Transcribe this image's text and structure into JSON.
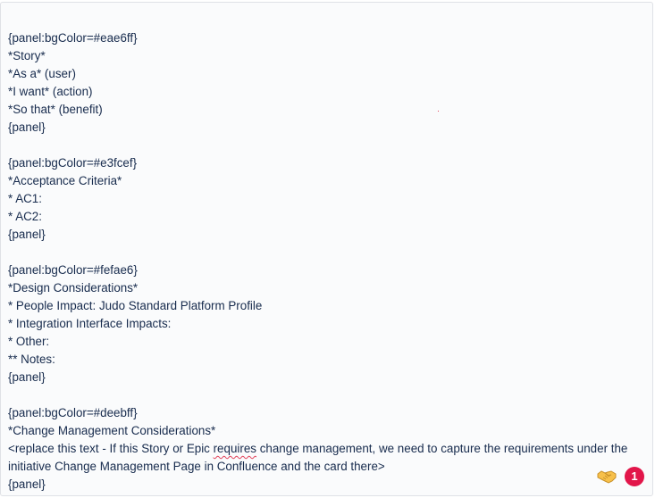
{
  "editor": {
    "story": {
      "open": "{panel:bgColor=#eae6ff}",
      "title": "*Story*",
      "as_a": "*As a* (user)",
      "i_want": "*I want* (action)",
      "so_that": "*So that* (benefit)",
      "close": "{panel}"
    },
    "acceptance": {
      "open": "{panel:bgColor=#e3fcef}",
      "title": "*Acceptance Criteria*",
      "ac1": "* AC1:",
      "ac2": "* AC2:",
      "close": "{panel}"
    },
    "design": {
      "open": "{panel:bgColor=#fefae6}",
      "title": "*Design Considerations*",
      "people": "* People Impact: Judo Standard Platform Profile",
      "integration": "* Integration Interface Impacts:",
      "other": "* Other:",
      "notes": "** Notes:",
      "close": "{panel}"
    },
    "change": {
      "open": "{panel:bgColor=#deebff}",
      "title": "*Change Management Considerations*",
      "text_before": "<replace this text - If this Story or Epic ",
      "text_flagged": "requires",
      "text_after": " change management, we need to capture the requirements under the initiative Change Management Page in Confluence and the card there>",
      "close": "{panel}"
    }
  },
  "assistant": {
    "icon": "handshake-icon",
    "badge_count": "1",
    "badge_color": "#e2164a"
  }
}
